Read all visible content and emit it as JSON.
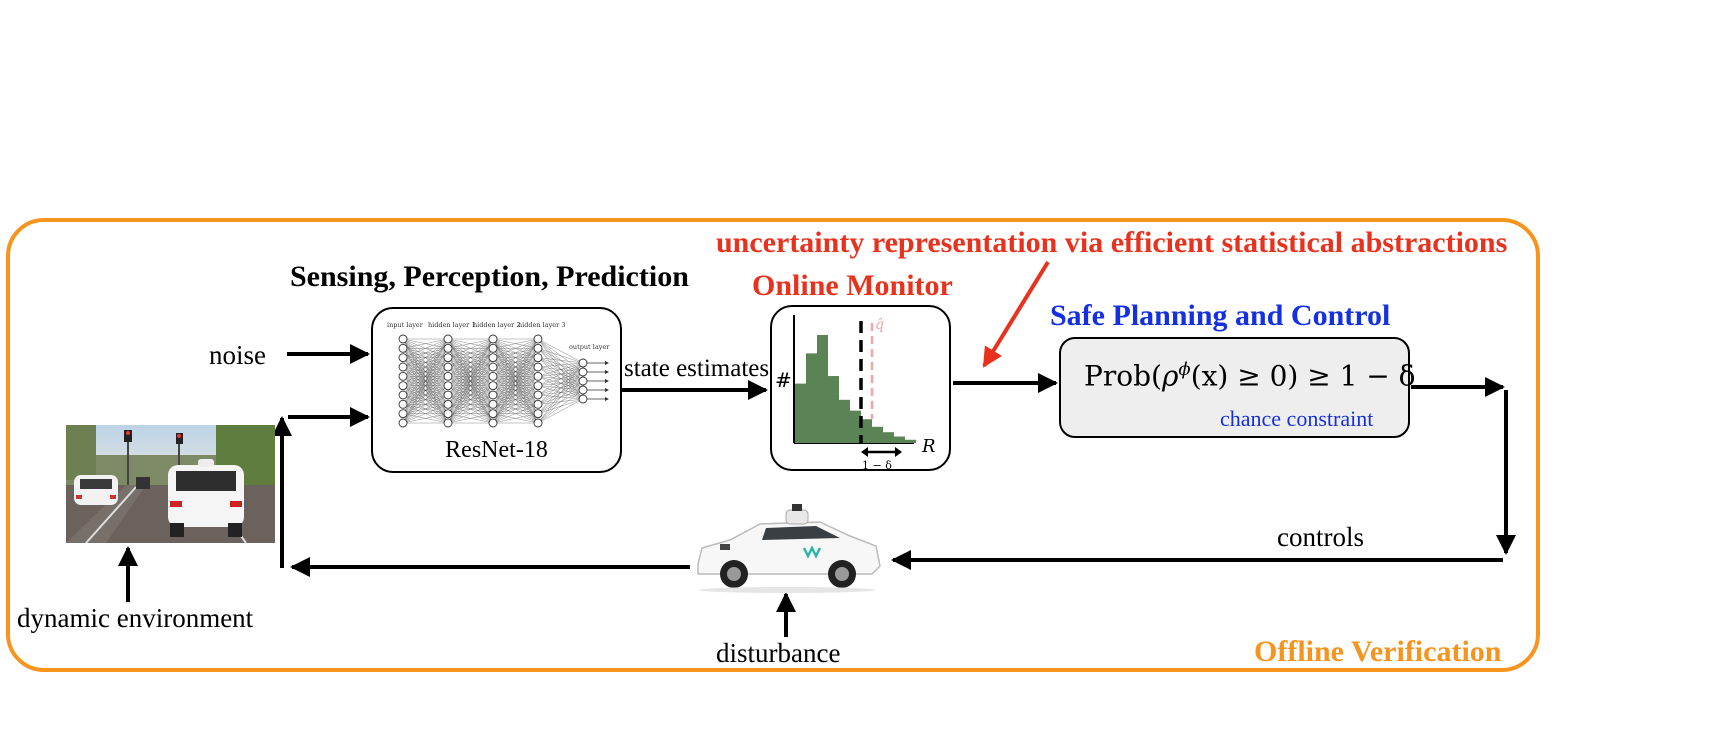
{
  "headings": {
    "sensing": "Sensing, Perception, Prediction",
    "monitor": "Online Monitor",
    "uncertainty": "uncertainty representation via efficient statistical abstractions",
    "planning": "Safe Planning and Control",
    "offline": "Offline Verification"
  },
  "labels": {
    "noise": "noise",
    "state_estimates": "state estimates",
    "resnet": "ResNet-18",
    "controls": "controls",
    "dynamic_environment": "dynamic environment",
    "disturbance": "disturbance",
    "chance_constraint": "chance constraint"
  },
  "nn_layers": {
    "input": "input layer",
    "h1": "hidden layer 1",
    "h2": "hidden layer 2",
    "h3": "hidden layer 3",
    "output": "output layer"
  },
  "formula": {
    "prob": "Prob(",
    "rho": "ρ",
    "phi": "ϕ",
    "rest": "(x) ≥ 0) ≥ 1 − δ"
  },
  "histogram": {
    "y_label": "#",
    "x_label": "R",
    "q_hat": "q̂",
    "interval": "1 − δ",
    "bars": [
      0.55,
      0.83,
      1.0,
      0.62,
      0.4,
      0.3,
      0.22,
      0.15,
      0.1,
      0.06,
      0.03
    ],
    "threshold_bar_index": 6,
    "bar_color": "#5b8456",
    "qhat_color": "#f2a5a5"
  },
  "colors": {
    "frame": "#f7941d",
    "red": "#e8321e",
    "blue": "#1530e0",
    "planning_fill": "#eeeeee"
  }
}
